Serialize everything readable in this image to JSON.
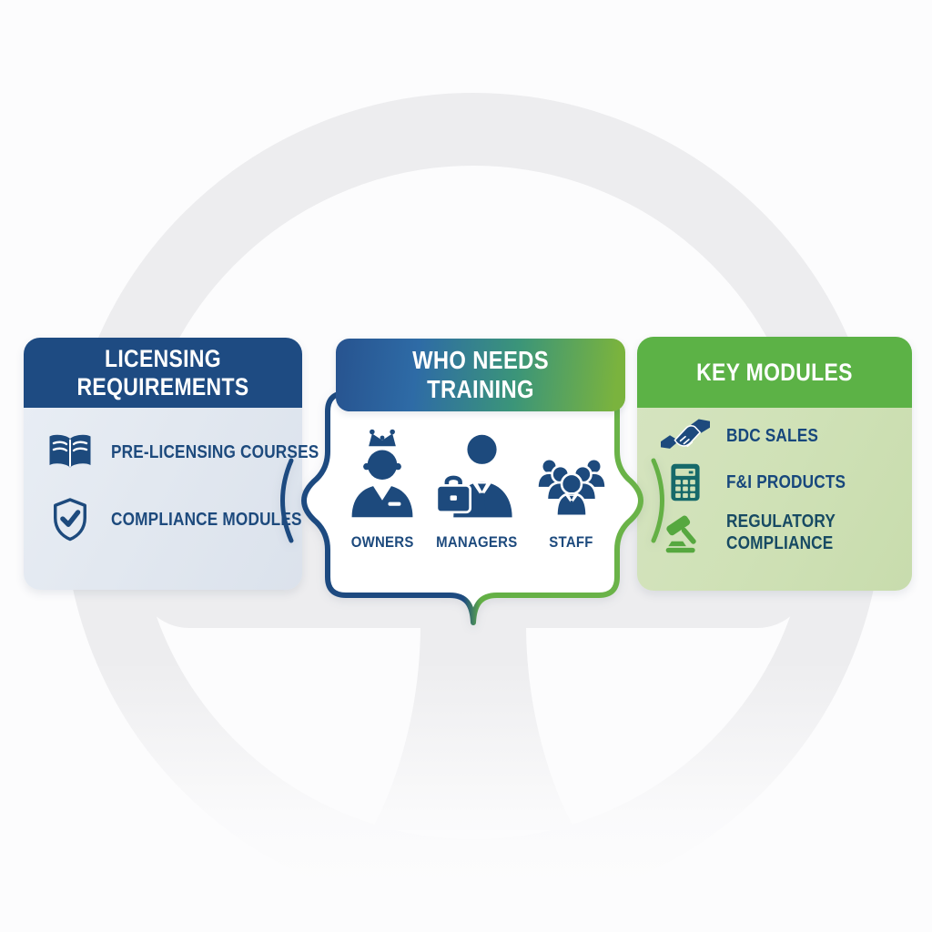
{
  "diagram": {
    "background": {
      "motif": "steering-wheel",
      "wheel_color": "#ededef"
    },
    "colors": {
      "navy": "#1d4a7d",
      "navy_header": "#1e4b82",
      "green_header": "#5cb246",
      "gradient_start": "#27538f",
      "gradient_end": "#7ab33e",
      "left_body": "#e2e8f0",
      "right_body": "#cfe1b6",
      "teal_icon": "#16696a",
      "gavel_green": "#56a83f"
    },
    "panels": {
      "licensing": {
        "title": "LICENSING REQUIREMENTS",
        "items": [
          {
            "icon": "open-book-icon",
            "label": "PRE-LICENSING COURSES"
          },
          {
            "icon": "shield-check-icon",
            "label": "COMPLIANCE MODULES"
          }
        ]
      },
      "training": {
        "title": "WHO NEEDS TRAINING",
        "roles": [
          {
            "icon": "owner-crown-icon",
            "label": "OWNERS"
          },
          {
            "icon": "manager-briefcase-icon",
            "label": "MANAGERS"
          },
          {
            "icon": "staff-group-icon",
            "label": "STAFF"
          }
        ]
      },
      "modules": {
        "title": "KEY MODULES",
        "items": [
          {
            "icon": "handshake-icon",
            "label": "BDC SALES"
          },
          {
            "icon": "calculator-icon",
            "label": "F&I PRODUCTS"
          },
          {
            "icon": "gavel-icon",
            "label": "REGULATORY COMPLIANCE"
          }
        ]
      }
    }
  }
}
